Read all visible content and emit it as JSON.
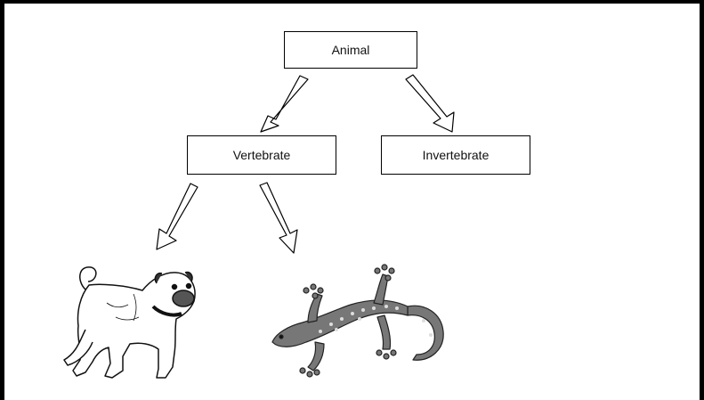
{
  "nodes": {
    "root": "Animal",
    "left": "Vertebrate",
    "right": "Invertebrate"
  },
  "illustrations": {
    "dog": "pug-illustration",
    "lizard": "gecko-illustration"
  },
  "colors": {
    "border": "#000000",
    "background": "#ffffff",
    "lizard_fill": "#777777"
  }
}
